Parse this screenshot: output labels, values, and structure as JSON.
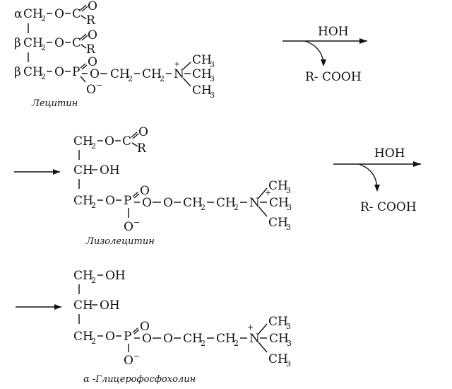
{
  "lecithin": {
    "row1_prefix": "α",
    "row2_prefix": "β",
    "row3_prefix": "β",
    "ch2": "CH",
    "sub2": "2",
    "sub3": "3",
    "o": "O",
    "c": "C",
    "r": "R",
    "p": "P",
    "n": "N",
    "ch": "CH",
    "ch3": "CH",
    "plus": "+",
    "minus": "−",
    "label": "Лецитин"
  },
  "reaction1": {
    "reagent": "HOH",
    "product": "R- COOH"
  },
  "lysolecithin": {
    "oh": "OH",
    "label": "Лизолецитин"
  },
  "reaction2": {
    "reagent": "HOH",
    "product": "R- COOH"
  },
  "glycerophosphocholine": {
    "label": "α -Глицерофосфохолин"
  }
}
